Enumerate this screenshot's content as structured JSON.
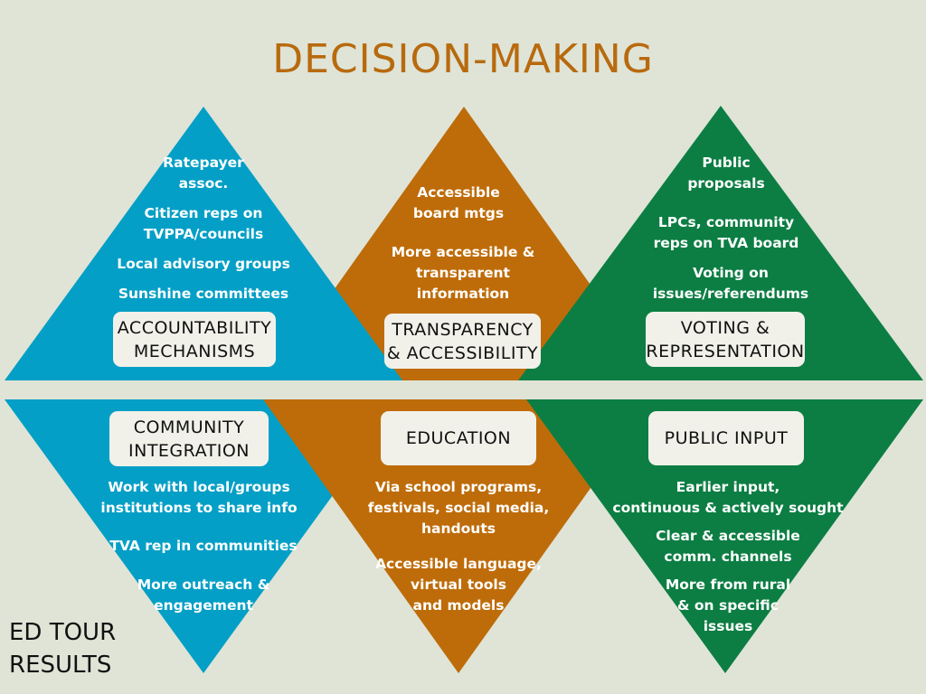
{
  "title": "DECISION-MAKING",
  "colors": {
    "background": "#dfe4d7",
    "blue": "#049fc6",
    "orange": "#be6c09",
    "green": "#0c7e43",
    "title": "#b86a0e",
    "label_bg": "#f1f1ea"
  },
  "top_row": [
    {
      "label": "ACCOUNTABILITY\nMECHANISMS",
      "items": [
        "Ratepayer\nassoc.",
        "Citizen reps on\nTVPPA/councils",
        "Local advisory groups",
        "Sunshine committees"
      ]
    },
    {
      "label": "TRANSPARENCY\n& ACCESSIBILITY",
      "items": [
        "Accessible\nboard mtgs",
        "More accessible &\ntransparent\ninformation"
      ]
    },
    {
      "label": "VOTING &\nREPRESENTATION",
      "items": [
        "Public\nproposals",
        "LPCs, community\nreps on TVA board",
        "Voting on\nissues/referendums"
      ]
    }
  ],
  "bottom_row": [
    {
      "label": "COMMUNITY\nINTEGRATION",
      "items": [
        "Work with local/groups\ninstitutions to share info",
        "TVA rep in communities",
        "More outreach &\nengagement"
      ]
    },
    {
      "label": "EDUCATION",
      "items": [
        "Via school programs,\nfestivals, social media,\nhandouts",
        "Accessible language,\nvirtual tools\nand models"
      ]
    },
    {
      "label": "PUBLIC INPUT",
      "items": [
        "Earlier input,\ncontinuous & actively sought",
        "Clear & accessible\ncomm. channels",
        "More from rural\n& on specific\nissues"
      ]
    }
  ],
  "footer": "ED TOUR\nRESULTS"
}
